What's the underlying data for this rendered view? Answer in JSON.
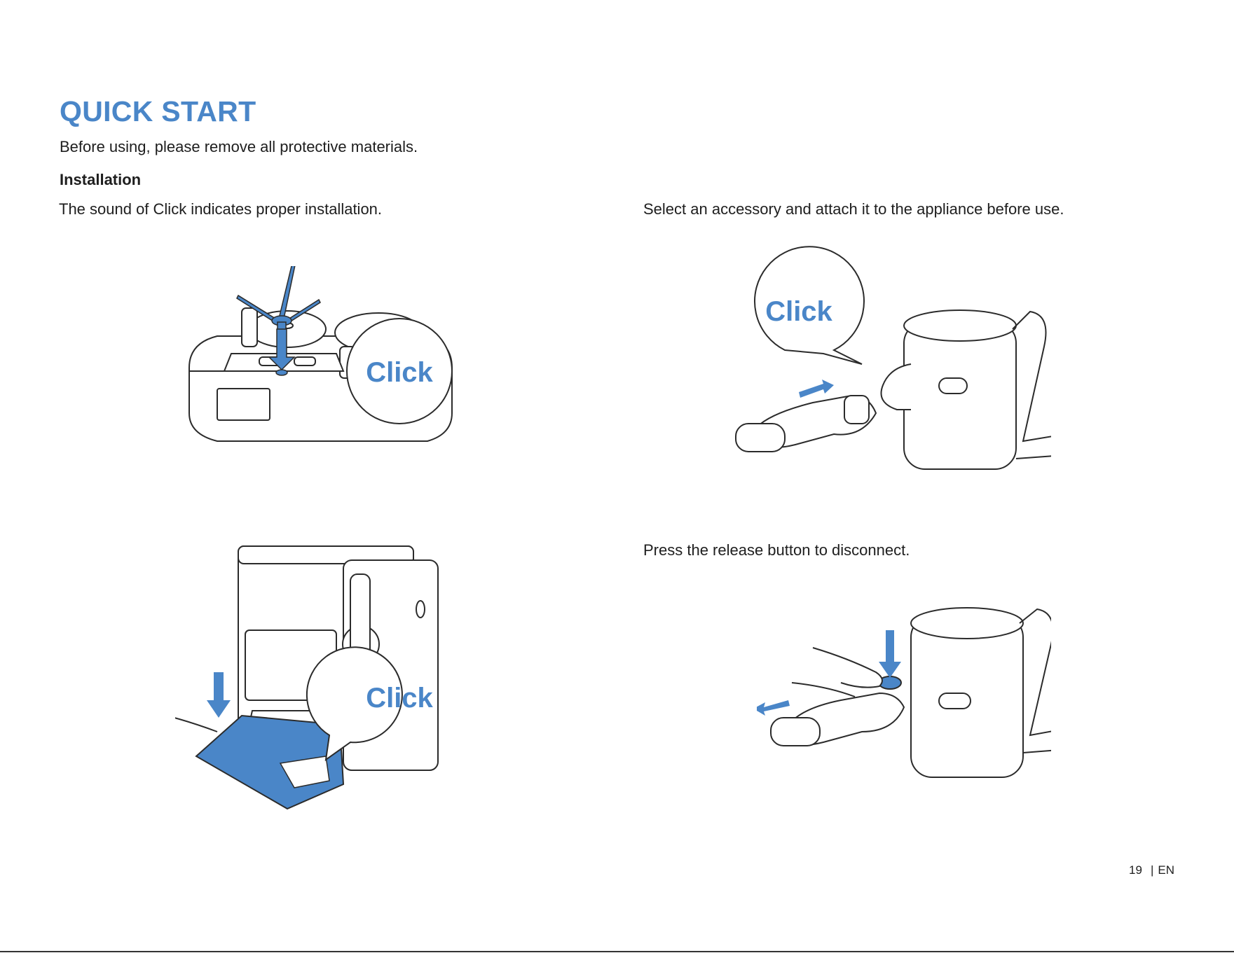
{
  "page": {
    "title": "QUICK START",
    "intro": "Before using, please remove all protective materials.",
    "subheading": "Installation"
  },
  "captions": {
    "left": "The sound of Click indicates proper installation.",
    "right_top": "Select an accessory and attach it to the appliance before use.",
    "right_bottom": "Press the release button to disconnect."
  },
  "callouts": {
    "brush": "Click",
    "accessory": "Click",
    "mop": "Click"
  },
  "footer": {
    "page_number": "19",
    "language": "EN"
  },
  "colors": {
    "accent": "#4a86c8",
    "line": "#2b2b2b"
  }
}
